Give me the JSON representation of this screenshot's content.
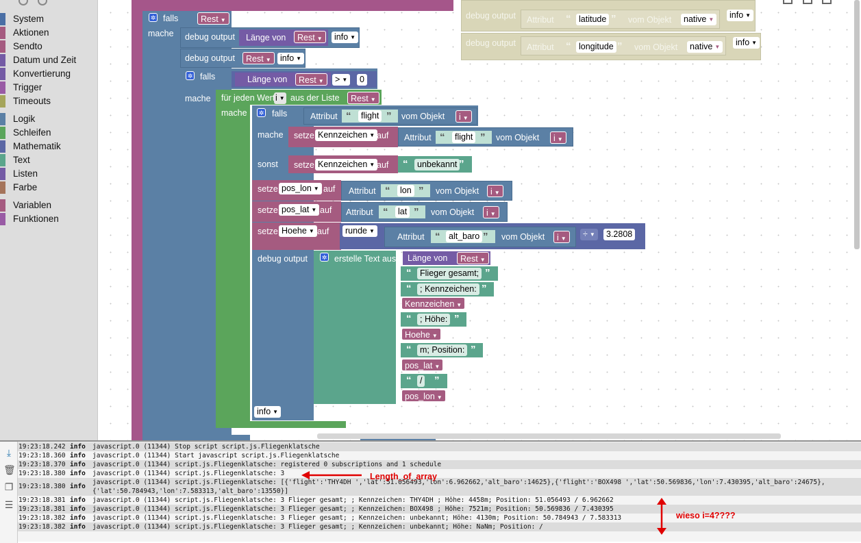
{
  "toolbox": {
    "categories": [
      {
        "label": "System",
        "color": "#4a6fa5"
      },
      {
        "label": "Aktionen",
        "color": "#a55b80"
      },
      {
        "label": "Sendto",
        "color": "#a55b80"
      },
      {
        "label": "Datum und Zeit",
        "color": "#745ba5"
      },
      {
        "label": "Konvertierung",
        "color": "#745ba5"
      },
      {
        "label": "Trigger",
        "color": "#995ba5"
      },
      {
        "label": "Timeouts",
        "color": "#a5a55b"
      },
      {
        "label": "Logik",
        "color": "#5b80a5"
      },
      {
        "label": "Schleifen",
        "color": "#5ba55b"
      },
      {
        "label": "Mathematik",
        "color": "#5b67a5"
      },
      {
        "label": "Text",
        "color": "#5ba58c"
      },
      {
        "label": "Listen",
        "color": "#745ba5"
      },
      {
        "label": "Farbe",
        "color": "#a5745b"
      },
      {
        "label": "Variablen",
        "color": "#a55b80"
      },
      {
        "label": "Funktionen",
        "color": "#995ba5"
      }
    ]
  },
  "blocks": {
    "falls": "falls",
    "mache": "mache",
    "sonst": "sonst",
    "debug_output": "debug output",
    "laenge_von": "Länge von",
    "attribut": "Attribut",
    "vom_objekt": "vom Objekt",
    "fuer_jeden": "für jeden Wert",
    "aus_der_liste": "aus der Liste",
    "setze": "setze",
    "auf": "auf",
    "runde": "runde",
    "erstelle_text": "erstelle Text aus",
    "var_rest": "Rest",
    "var_i": "i",
    "var_kennzeichen": "Kennzeichen",
    "var_pos_lon": "pos_lon",
    "var_pos_lat": "pos_lat",
    "var_hoehe": "Hoehe",
    "level_info": "info",
    "op_gt": ">",
    "op_div": "÷",
    "num_zero": "0",
    "num_factor": "3.2808",
    "str_latitude": "latitude",
    "str_longitude": "longitude",
    "native": "native",
    "str_flight": "flight",
    "str_unbekannt": "unbekannt",
    "str_lon": "lon",
    "str_lat": "lat",
    "str_alt_baro": "alt_baro",
    "str_flieger": "Flieger gesamt;",
    "str_kennz": "; Kennzeichen: ",
    "str_hoehe": "; Höhe: ",
    "str_position": "m; Position: ",
    "str_slash": " / "
  },
  "log": {
    "rows": [
      {
        "time": "19:23:18.242",
        "level": "info",
        "msg": "javascript.0 (11344) Stop script script.js.Fliegenklatsche"
      },
      {
        "time": "19:23:18.360",
        "level": "info",
        "msg": "javascript.0 (11344) Start javascript script.js.Fliegenklatsche"
      },
      {
        "time": "19:23:18.370",
        "level": "info",
        "msg": "javascript.0 (11344) script.js.Fliegenklatsche: registered 0 subscriptions and 1 schedule"
      },
      {
        "time": "19:23:18.380",
        "level": "info",
        "msg": "javascript.0 (11344) script.js.Fliegenklatsche: 3"
      },
      {
        "time": "19:23:18.380",
        "level": "info",
        "msg": "javascript.0 (11344) script.js.Fliegenklatsche: [{'flight':'THY4DH ','lat':51.056493,'lon':6.962662,'alt_baro':14625},{'flight':'BOX498 ','lat':50.569836,'lon':7.430395,'alt_baro':24675},",
        "msg2": "{'lat':50.784943,'lon':7.583313,'alt_baro':13550}]"
      },
      {
        "time": "19:23:18.381",
        "level": "info",
        "msg": "javascript.0 (11344) script.js.Fliegenklatsche: 3 Flieger gesamt; ; Kennzeichen: THY4DH ; Höhe: 4458m; Position: 51.056493 / 6.962662"
      },
      {
        "time": "19:23:18.381",
        "level": "info",
        "msg": "javascript.0 (11344) script.js.Fliegenklatsche: 3 Flieger gesamt; ; Kennzeichen: BOX498 ; Höhe: 7521m; Position: 50.569836 / 7.430395"
      },
      {
        "time": "19:23:18.382",
        "level": "info",
        "msg": "javascript.0 (11344) script.js.Fliegenklatsche: 3 Flieger gesamt; ; Kennzeichen: unbekannt; Höhe: 4130m; Position: 50.784943 / 7.583313"
      },
      {
        "time": "19:23:18.382",
        "level": "info",
        "msg": "javascript.0 (11344) script.js.Fliegenklatsche: 3 Flieger gesamt; ; Kennzeichen: unbekannt; Höhe: NaNm; Position: /"
      }
    ],
    "annotation_length": "Length_of_array",
    "annotation_question": "wieso i=4????"
  }
}
